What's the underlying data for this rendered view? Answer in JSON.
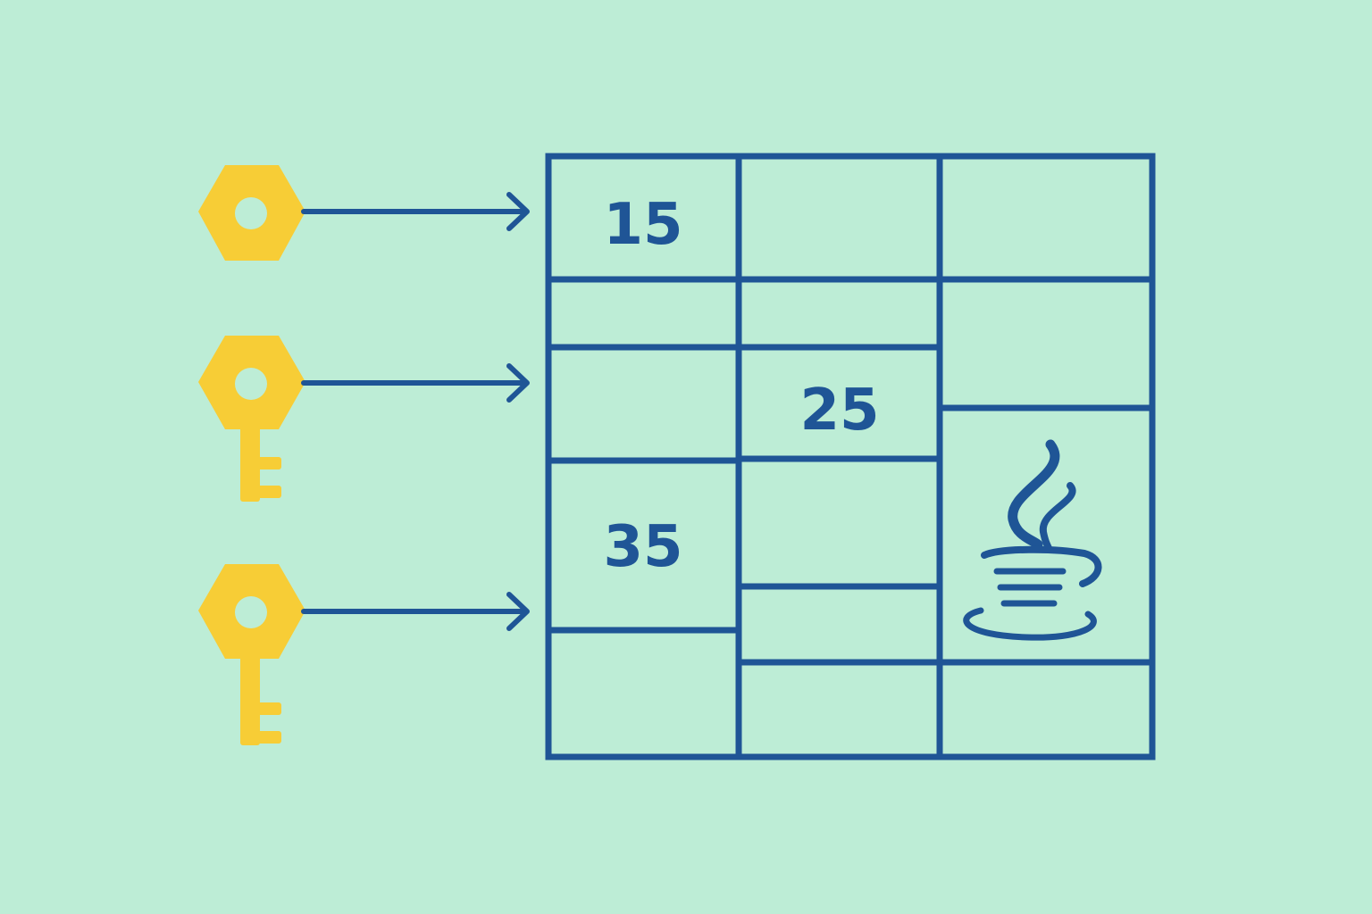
{
  "colors": {
    "background": "#bdedd6",
    "line": "#1f5596",
    "key": "#f7cd36"
  },
  "keys": [
    {
      "icon": "hex-nut-icon"
    },
    {
      "icon": "key-icon"
    },
    {
      "icon": "key-icon"
    }
  ],
  "table": {
    "values": {
      "cell_a": "15",
      "cell_b": "25",
      "cell_c": "35"
    }
  },
  "logo": {
    "icon": "java-coffee-cup-icon"
  }
}
